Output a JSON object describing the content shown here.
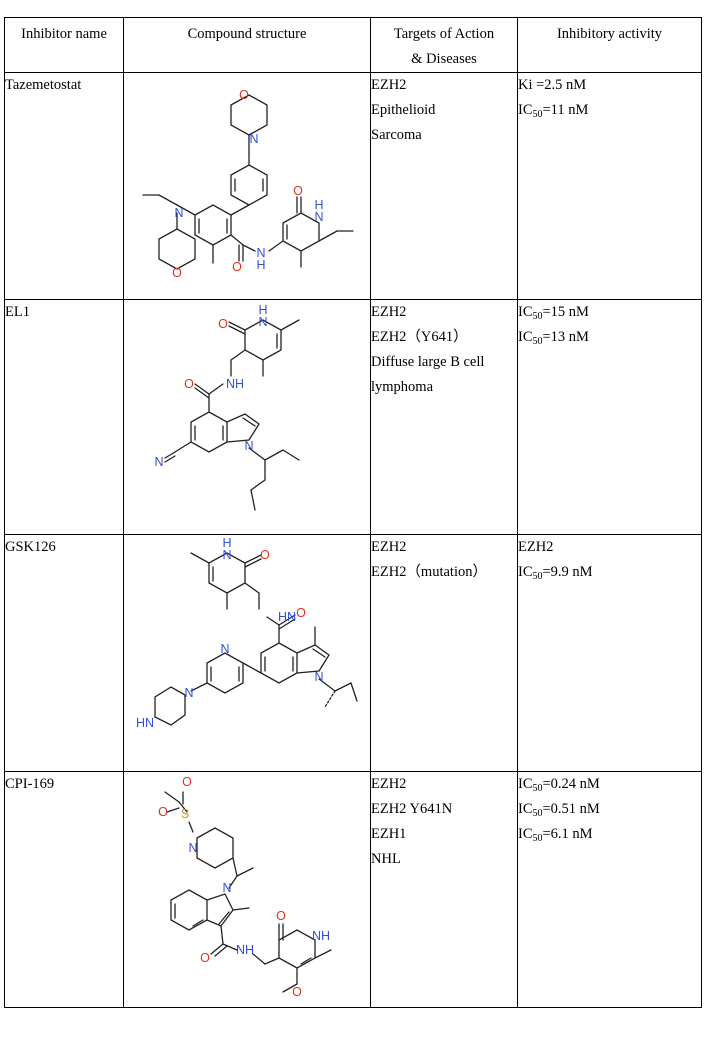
{
  "headers": {
    "name": "Inhibitor name",
    "structure": "Compound structure",
    "targets_line1": "Targets of Action",
    "targets_line2": "& Diseases",
    "activity": "Inhibitory activity"
  },
  "rows": [
    {
      "name": "Tazemetostat",
      "targets": [
        "EZH2",
        "Epithelioid",
        "Sarcoma"
      ],
      "activity": [
        {
          "pre": "Ki =2.5 nM",
          "sub": "",
          "post": ""
        },
        {
          "pre": "IC",
          "sub": "50",
          "post": "=11 nM"
        }
      ]
    },
    {
      "name": "EL1",
      "targets": [
        "EZH2",
        "EZH2（Y641）",
        "Diffuse large B cell",
        "lymphoma"
      ],
      "activity": [
        {
          "pre": "IC",
          "sub": "50",
          "post": "=15 nM"
        },
        {
          "pre": "IC",
          "sub": "50",
          "post": "=13 nM"
        }
      ]
    },
    {
      "name": "GSK126",
      "targets": [
        "EZH2",
        "EZH2（mutation）"
      ],
      "activity": [
        {
          "pre": "EZH2",
          "sub": "",
          "post": ""
        },
        {
          "pre": "IC",
          "sub": "50",
          "post": "=9.9 nM"
        }
      ]
    },
    {
      "name": "CPI-169",
      "targets": [
        "EZH2",
        "EZH2 Y641N",
        "EZH1",
        "NHL"
      ],
      "activity": [
        {
          "pre": "IC",
          "sub": "50",
          "post": "=0.24 nM"
        },
        {
          "pre": "IC",
          "sub": "50",
          "post": "=0.51 nM"
        },
        {
          "pre": "IC",
          "sub": "50",
          "post": "=6.1 nM"
        }
      ]
    }
  ],
  "atom_labels": {
    "O": "O",
    "N": "N",
    "NH": "NH",
    "HN": "HN",
    "H": "H",
    "S": "S"
  }
}
